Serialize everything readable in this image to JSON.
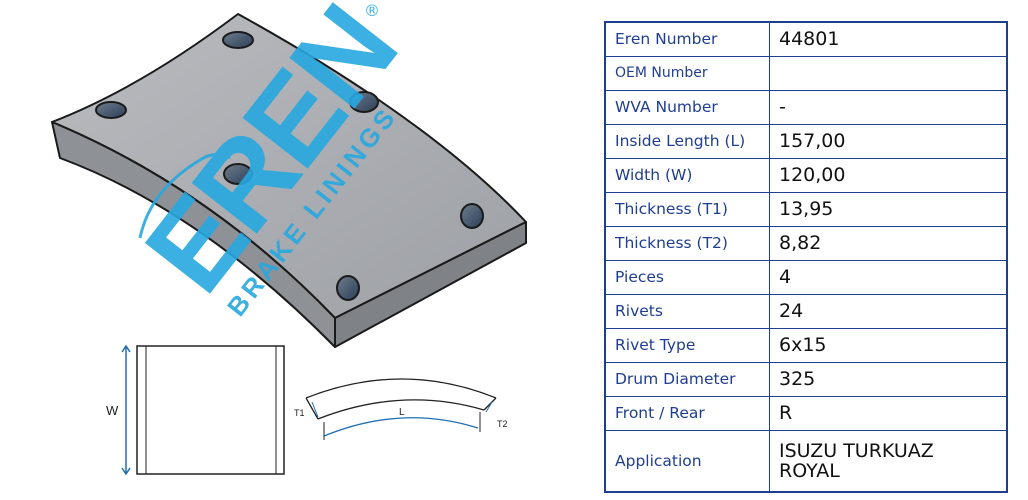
{
  "watermark": {
    "brand": "EREN",
    "sub": "BRAKE LININGS",
    "mark": "®"
  },
  "drawings": {
    "width_label": "W",
    "length_label": "L",
    "t1_label": "T1",
    "t2_label": "T2"
  },
  "spec": [
    {
      "label": "Eren Number",
      "value": "44801"
    },
    {
      "label": "OEM Number",
      "value": ""
    },
    {
      "label": "WVA Number",
      "value": "-"
    },
    {
      "label": "Inside Length (L)",
      "value": "157,00"
    },
    {
      "label": "Width (W)",
      "value": "120,00"
    },
    {
      "label": "Thickness (T1)",
      "value": "13,95"
    },
    {
      "label": "Thickness (T2)",
      "value": "8,82"
    },
    {
      "label": "Pieces",
      "value": "4"
    },
    {
      "label": "Rivets",
      "value": "24"
    },
    {
      "label": "Rivet Type",
      "value": "6x15"
    },
    {
      "label": "Drum Diameter",
      "value": "325"
    },
    {
      "label": "Front / Rear",
      "value": "R"
    },
    {
      "label": "Application",
      "value": "ISUZU TURKUAZ ROYAL"
    }
  ],
  "colors": {
    "border": "#1f3e8f",
    "label": "#1f3e8f",
    "watermark": "#27a8e0",
    "part": "#a3a6ab"
  }
}
